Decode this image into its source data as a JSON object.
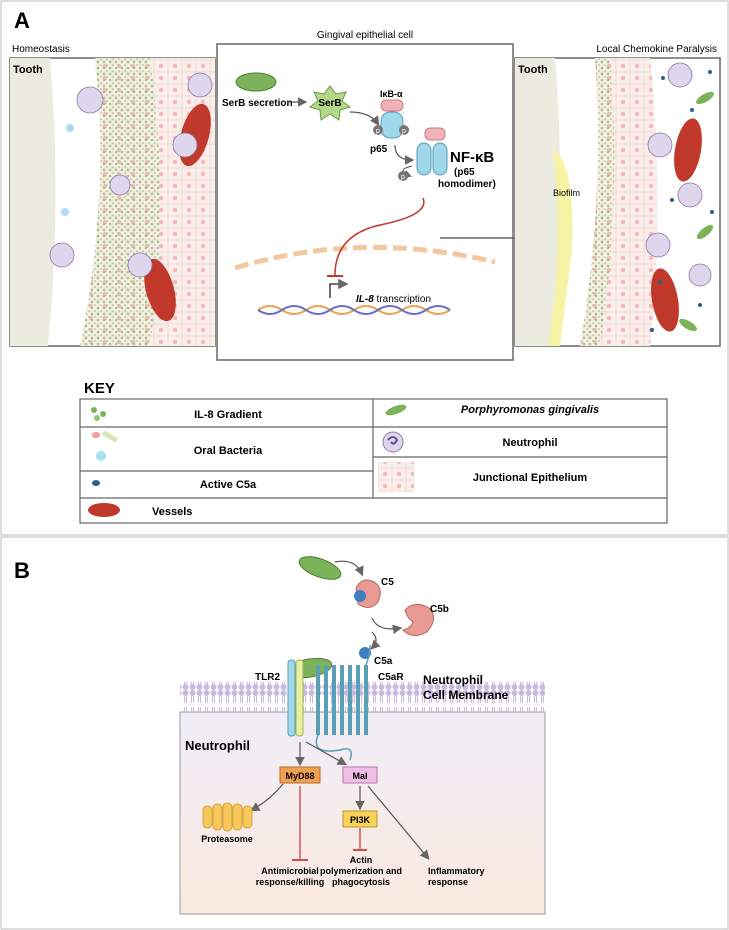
{
  "panel_a": {
    "label": "A",
    "left_title": "Homeostasis",
    "center_title": "Gingival epithelial cell",
    "right_title": "Local Chemokine Paralysis",
    "tooth_left": "Tooth",
    "tooth_right": "Tooth",
    "biofilm": "Biofilm",
    "serb_secretion": "SerB secretion",
    "serb": "SerB",
    "ikb": "IκB-α",
    "p65": "p65",
    "p": "p",
    "nfkb": "NF-κB",
    "nfkb_sub1": "(p65",
    "nfkb_sub2": "homodimer)",
    "il8_italic": "IL-8",
    "il8_rest": " transcription"
  },
  "key": {
    "title": "KEY",
    "items": [
      "IL-8 Gradient",
      "Porphyromonas gingivalis",
      "Oral Bacteria",
      "Neutrophil",
      "Active C5a",
      "Junctional Epithelium",
      "Vessels"
    ]
  },
  "panel_b": {
    "label": "B",
    "c5": "C5",
    "c5b": "C5b",
    "c5a": "C5a",
    "tlr2": "TLR2",
    "c5ar": "C5aR",
    "membrane1": "Neutrophil",
    "membrane2": "Cell Membrane",
    "neutrophil": "Neutrophil",
    "myd88": "MyD88",
    "mal": "Mal",
    "pi3k": "PI3K",
    "proteasome": "Proteasome",
    "antimicrobial1": "Antimicrobial",
    "antimicrobial2": "response/killing",
    "actin1": "Actin",
    "actin2": "polymerization and",
    "actin3": "phagocytosis",
    "inflam1": "Inflammatory",
    "inflam2": "response"
  },
  "colors": {
    "bacteria_green": "#7cb35a",
    "receptor_blue": "#9fd8ea",
    "receptor_pink": "#f2b2b6",
    "c5_pink": "#e89a93",
    "c5a_blue": "#3d7fc1",
    "vessel_red": "#c0392b",
    "myd88_orange": "#f0a050",
    "mal_pink": "#f2bde6",
    "pi3k_yellow": "#f7d35a",
    "membrane_purple": "#c8b9e0",
    "inhibit_red": "#d05050"
  }
}
